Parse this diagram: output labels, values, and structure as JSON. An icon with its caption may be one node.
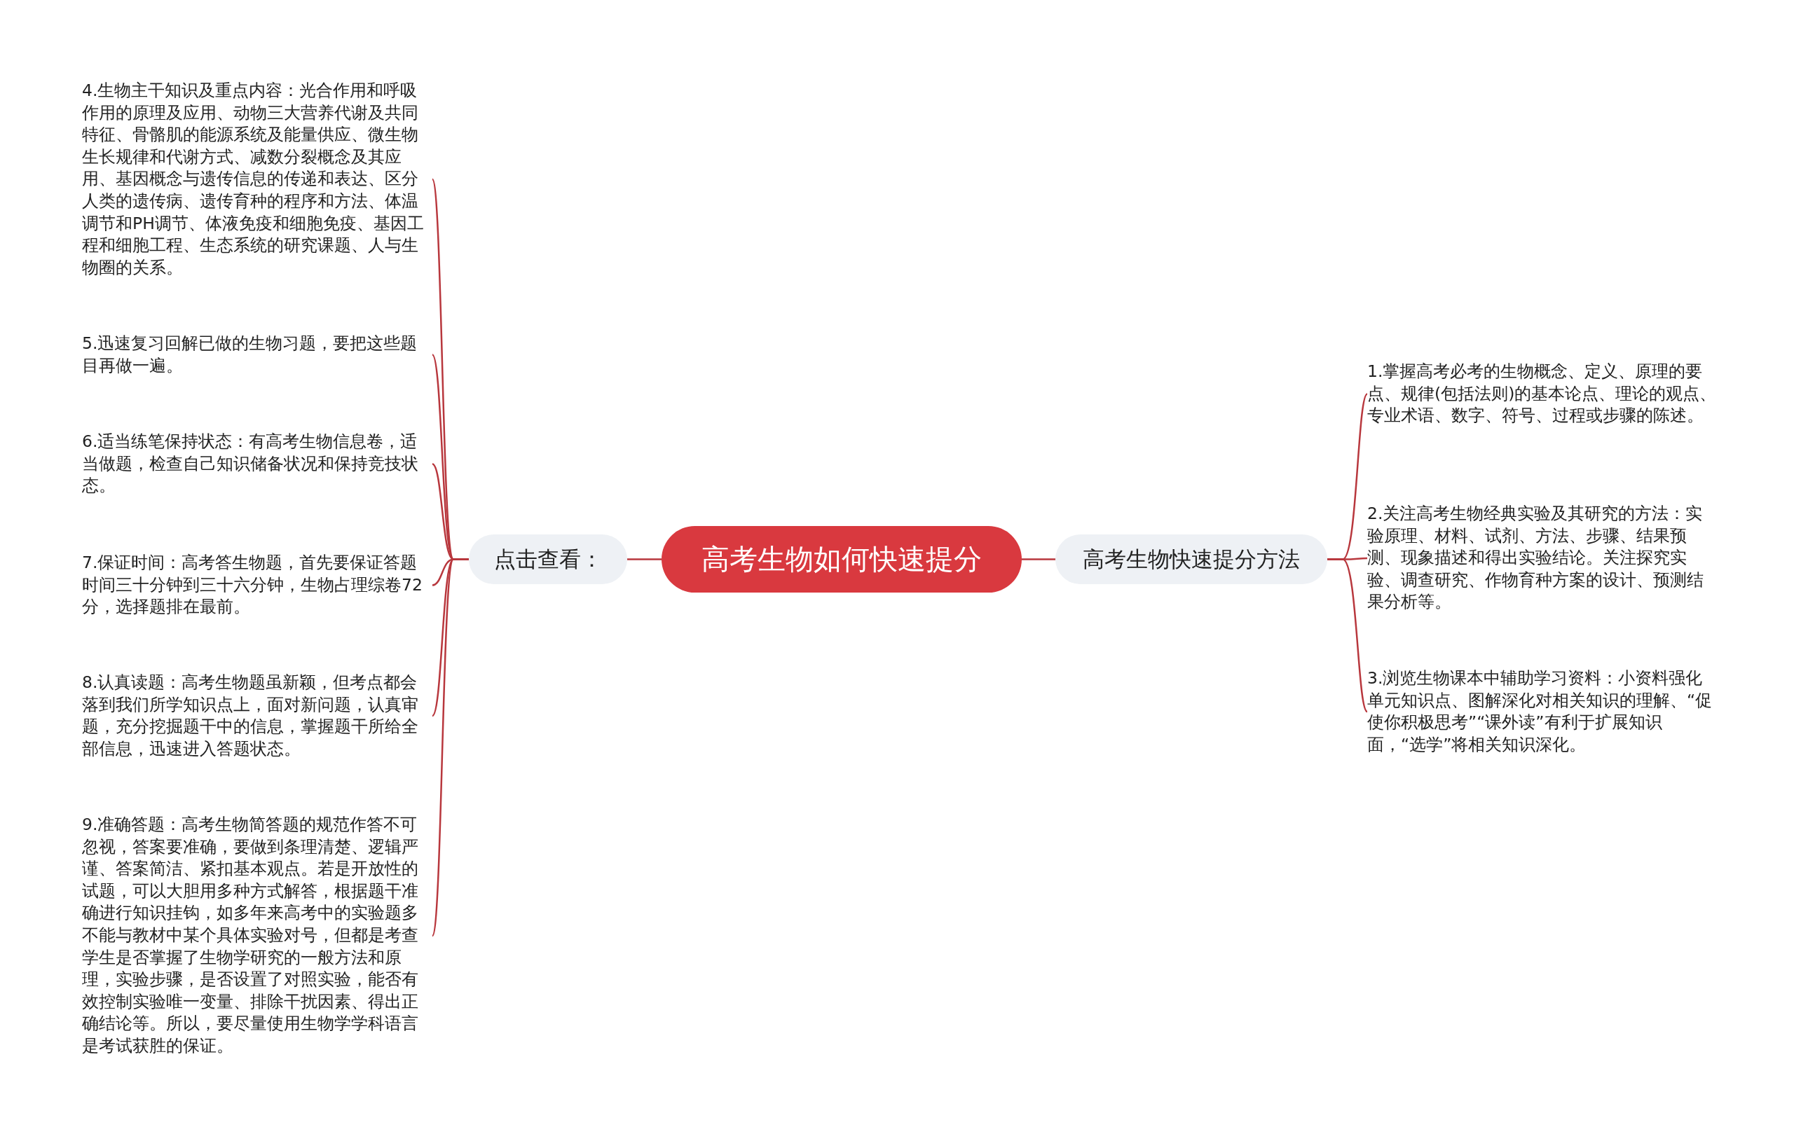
{
  "diagram": {
    "nodes": [
      {
        "text": [
          "高考生物如何快速提分"
        ]
      },
      {
        "text": [
          "点击查看："
        ]
      },
      {
        "text": [
          "高考生物快速提分方法"
        ]
      },
      {
        "text": [
          "4.生物主干知识及重点内容：光合作用和呼吸作用的原理及应用、动物三大营养代谢及共同特征、骨骼肌的能源系统及能量供应、微生物生长规律和代谢方式、减数分裂概念及其应用、基因概念与遗传信息的传递和表达、区分人类的遗传病、遗传育种的程序和方法、体温调节和PH调节、体液免疫和细胞免疫、基因工程和细胞工程、生态系统的研究课题、人与生物圈的关系。"
        ]
      },
      {
        "text": [
          "5.迅速复习回解已做的生物习题，要把这些题目再做一遍。"
        ]
      },
      {
        "text": [
          "6.适当练笔保持状态：有高考生物信息卷，适当做题，检查自己知识储备状况和保持竞技状态。"
        ]
      },
      {
        "text": [
          "7.保证时间：高考答生物题，首先要保证答题时间三十分钟到三十六分钟，生物占理综卷72分，选择题排在最前。"
        ]
      },
      {
        "text": [
          "8.认真读题：高考生物题虽新颖，但考点都会落到我们所学知识点上，面对新问题，认真审题，充分挖掘题干中的信息，掌握题干所给全部信息，迅速进入答题状态。"
        ]
      },
      {
        "text": [
          "9.准确答题：高考生物简答题的规范作答不可忽视，答案要准确，要做到条理清楚、逻辑严谨、答案简洁、紧扣基本观点。若是开放性的试题，可以大胆用多种方式解答，根据题干准确进行知识挂钩，如多年来高考中的实验题多不能与教材中某个具体实验对号，但都是考查学生是否掌握了生物学研究的一般方法和原理，实验步骤，是否设置了对照实验，能否有效控制实验唯一变量、排除干扰因素、得出正确结论等。所以，要尽量使用生物学学科语言是考试获胜的保证。"
        ]
      },
      {
        "text": [
          "1.掌握高考必考的生物概念、定义、原理的要点、规律(包括法则)的基本论点、理论的观点、专业术语、数字、符号、过程或步骤的陈述。"
        ]
      },
      {
        "text": [
          "2.关注高考生物经典实验及其研究的方法：实验原理、材料、试剂、方法、步骤、结果预测、现象描述和得出实验结论。关注探究实验、调查研究、作物育种方案的设计、预测结果分析等。"
        ]
      },
      {
        "text": [
          "3.浏览生物课本中辅助学习资料：小资料强化单元知识点、图解深化对相关知识的理解、“促使你积极思考”“课外读”有利于扩展知识面，“选学”将相关知识深化。"
        ]
      }
    ],
    "edges": [
      {
        "from": 0,
        "to": 1,
        "arrow": "none"
      },
      {
        "from": 0,
        "to": 2,
        "arrow": "none"
      },
      {
        "from": 1,
        "to": 3,
        "arrow": "none"
      },
      {
        "from": 1,
        "to": 4,
        "arrow": "none"
      },
      {
        "from": 1,
        "to": 5,
        "arrow": "none"
      },
      {
        "from": 1,
        "to": 6,
        "arrow": "none"
      },
      {
        "from": 1,
        "to": 7,
        "arrow": "none"
      },
      {
        "from": 1,
        "to": 8,
        "arrow": "none"
      },
      {
        "from": 2,
        "to": 9,
        "arrow": "none"
      },
      {
        "from": 2,
        "to": 10,
        "arrow": "none"
      },
      {
        "from": 2,
        "to": 11,
        "arrow": "none"
      }
    ]
  }
}
